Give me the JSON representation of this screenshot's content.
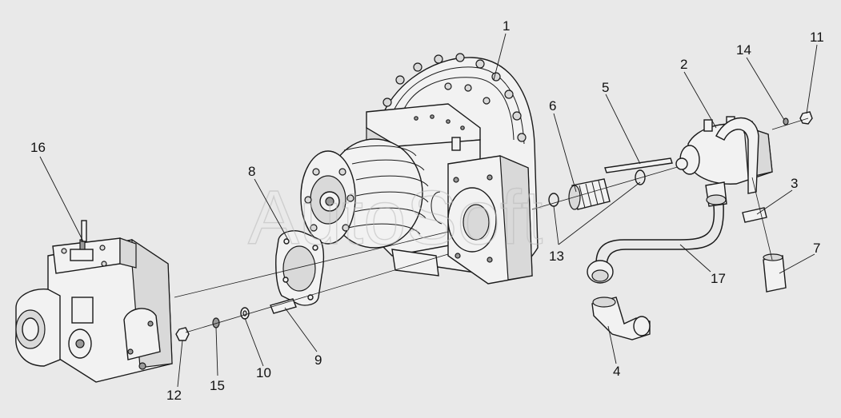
{
  "watermark": "AutoSoft",
  "callouts": [
    {
      "id": "1",
      "text": "1"
    },
    {
      "id": "2",
      "text": "2"
    },
    {
      "id": "3",
      "text": "3"
    },
    {
      "id": "4",
      "text": "4"
    },
    {
      "id": "5",
      "text": "5"
    },
    {
      "id": "6",
      "text": "6"
    },
    {
      "id": "7",
      "text": "7"
    },
    {
      "id": "8",
      "text": "8"
    },
    {
      "id": "9",
      "text": "9"
    },
    {
      "id": "10",
      "text": "10"
    },
    {
      "id": "11",
      "text": "11"
    },
    {
      "id": "12",
      "text": "12"
    },
    {
      "id": "13",
      "text": "13"
    },
    {
      "id": "14",
      "text": "14"
    },
    {
      "id": "15",
      "text": "15"
    },
    {
      "id": "16",
      "text": "16"
    },
    {
      "id": "17",
      "text": "17"
    }
  ]
}
